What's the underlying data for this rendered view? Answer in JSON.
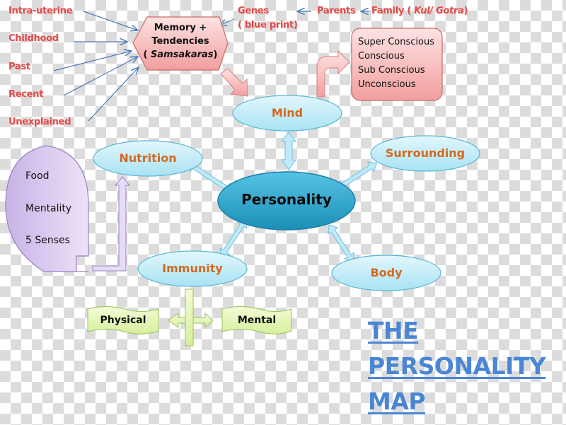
{
  "title": {
    "lines": [
      "THE",
      "PERSONALITY",
      "MAP"
    ],
    "color": "#4a86d4"
  },
  "memory_node": {
    "line1": "Memory +",
    "line2": "Tendencies",
    "line3_prefix": "( ",
    "line3_italic": "Samsakaras",
    "line3_suffix": ")"
  },
  "memory_inputs": [
    "Intra-uterine",
    "Childhood",
    "Past",
    "Recent",
    "Unexplained"
  ],
  "genes": {
    "line1": "Genes",
    "line2": "( blue print)"
  },
  "parents": "Parents",
  "family": {
    "prefix": "Family ( ",
    "italic": "Kul/ Gotra",
    "suffix": ")"
  },
  "consciousness": [
    "Super Conscious",
    "Conscious",
    "Sub Conscious",
    "Unconscious"
  ],
  "center": "Personality",
  "satellites": {
    "mind": "Mind",
    "nutrition": "Nutrition",
    "surrounding": "Surrounding",
    "immunity": "Immunity",
    "body": "Body"
  },
  "nutrition_sources": [
    "Food",
    "Mentality",
    "5 Senses"
  ],
  "immunity_types": {
    "physical": "Physical",
    "mental": "Mental"
  },
  "colors": {
    "red_label": "#e04a4a",
    "ellipse_label": "#d2691e",
    "ellipse_fill": "#c9eef8",
    "center_fill": "#2aa8cf",
    "pink_fill": "#f6b6b6",
    "lavender": "#d9c8f0",
    "green": "#e6f7b8"
  }
}
